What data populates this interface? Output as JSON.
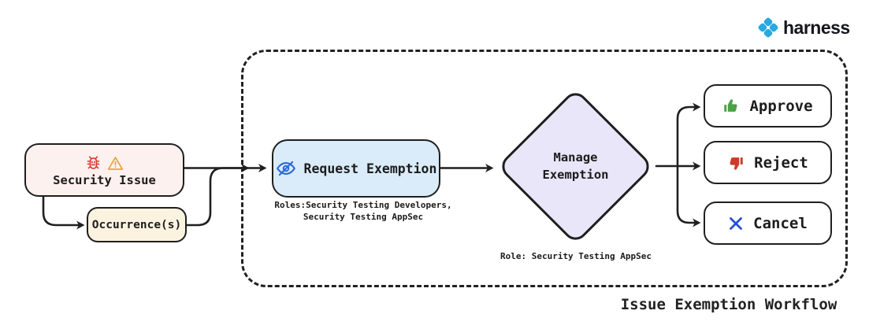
{
  "brand": {
    "name": "harness",
    "logo_blue": "#29a9e0"
  },
  "caption": "Issue Exemption Workflow",
  "nodes": {
    "security_issue": {
      "label": "Security Issue"
    },
    "occurrences": {
      "label": "Occurrence(s)"
    },
    "request_exemption": {
      "label": "Request Exemption",
      "roles_note": [
        "Roles:Security Testing Developers,",
        "Security Testing AppSec"
      ]
    },
    "manage_exemption": {
      "label": [
        "Manage",
        "Exemption"
      ],
      "role_note": "Role: Security Testing AppSec"
    },
    "actions": [
      {
        "label": "Approve",
        "icon": "thumbs-up-icon",
        "color": "#4aa147"
      },
      {
        "label": "Reject",
        "icon": "thumbs-down-icon",
        "color": "#cd3b28"
      },
      {
        "label": "Cancel",
        "icon": "x-icon",
        "color": "#2551d0"
      }
    ]
  },
  "colors": {
    "stroke": "#1f1f1f",
    "security_issue_fill": "#fcf1ee",
    "occurrences_fill": "#fbf3e0",
    "request_exemption_fill": "#daecfa",
    "manage_exemption_fill": "#e8e6f8",
    "bug_red": "#d7372b",
    "warning_orange": "#efa33f",
    "eye_blue": "#2e6ad1",
    "approve_green": "#4aa147",
    "reject_red": "#cd3b28",
    "cancel_blue": "#2551d0"
  }
}
